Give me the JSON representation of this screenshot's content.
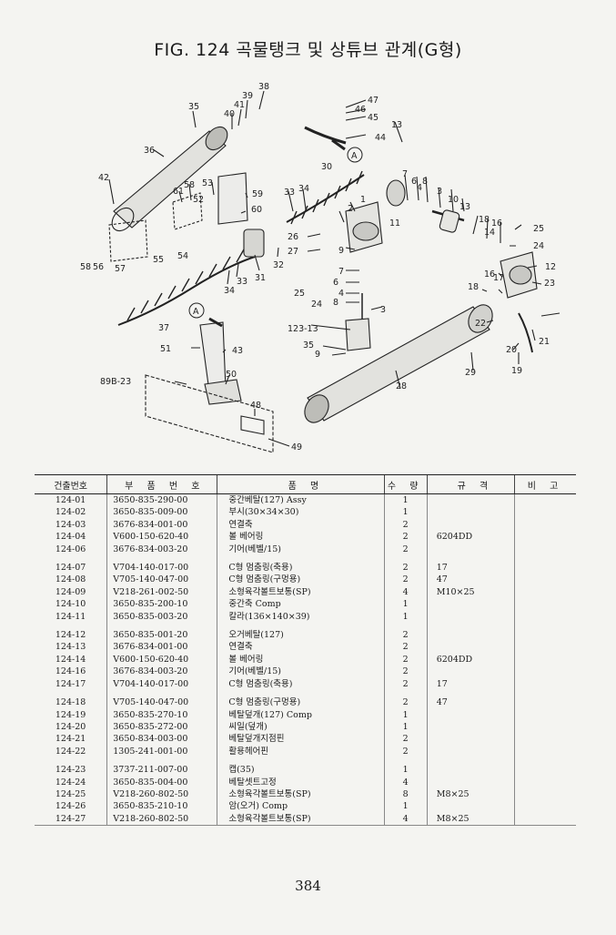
{
  "title": "FIG. 124 곡물탱크 및 상튜브 관계(G형)",
  "headers": [
    "건출번호",
    "부 품 번 호",
    "품 명",
    "수 량",
    "규 격",
    "비 고"
  ],
  "diagram_labels": {
    "l38": "38",
    "l39": "39",
    "l41": "41",
    "l40": "40",
    "l35": "35",
    "l36": "36",
    "l42": "42",
    "l61": "61",
    "l58": "58",
    "l53": "53",
    "l52": "52",
    "l59": "59",
    "l60": "60",
    "l55": "55",
    "l54": "54",
    "l56": "56",
    "l57": "57",
    "l58b": "58",
    "l47": "47",
    "l46": "46",
    "l45": "45",
    "l44": "44",
    "lA1": "A",
    "l30": "30",
    "l13a": "13",
    "l7a": "7",
    "l6a": "6",
    "l4a": "4",
    "l8a": "8",
    "l3a": "3",
    "l10": "10",
    "l13b": "13",
    "l11": "11",
    "l33": "33",
    "l34a": "34",
    "l2": "2",
    "l1": "1",
    "l26": "26",
    "l27": "27",
    "l9a": "9",
    "l32": "32",
    "l31": "31",
    "l33b": "33",
    "l34b": "34",
    "l37": "37",
    "l7b": "7",
    "l6b": "6",
    "l4b": "4",
    "l8b": "8",
    "l3b": "3",
    "l25a": "25",
    "l24a": "24",
    "l123": "123-13",
    "l18a": "18",
    "l14": "14",
    "l16a": "16",
    "l25b": "25",
    "l24b": "24",
    "l12": "12",
    "l16b": "16",
    "l17": "17",
    "l18b": "18",
    "l23": "23",
    "l22": "22",
    "l21": "21",
    "l20": "20",
    "l19": "19",
    "lA2": "A",
    "l43": "43",
    "l51": "51",
    "l50": "50",
    "l89b": "89B-23",
    "l35b": "35",
    "l9b": "9",
    "l29": "29",
    "l28": "28",
    "l48": "48",
    "l49": "49"
  },
  "rows": [
    {
      "no": "124-01",
      "part": "3650-835-290-00",
      "name": "중간베탈(127) Assy",
      "qty": "1",
      "spec": "",
      "note": ""
    },
    {
      "no": "124-02",
      "part": "3650-835-009-00",
      "name": "부시(30×34×30)",
      "qty": "1",
      "spec": "",
      "note": ""
    },
    {
      "no": "124-03",
      "part": "3676-834-001-00",
      "name": "연결축",
      "qty": "2",
      "spec": "",
      "note": ""
    },
    {
      "no": "124-04",
      "part": "V600-150-620-40",
      "name": "볼 베어링",
      "qty": "2",
      "spec": "6204DD",
      "note": ""
    },
    {
      "no": "124-06",
      "part": "3676-834-003-20",
      "name": "기어(베벨/15)",
      "qty": "2",
      "spec": "",
      "note": ""
    },
    {
      "gap": true
    },
    {
      "no": "124-07",
      "part": "V704-140-017-00",
      "name": "C형 멈춤링(축용)",
      "qty": "2",
      "spec": "17",
      "note": ""
    },
    {
      "no": "124-08",
      "part": "V705-140-047-00",
      "name": "C형 멈춤링(구멍용)",
      "qty": "2",
      "spec": "47",
      "note": ""
    },
    {
      "no": "124-09",
      "part": "V218-261-002-50",
      "name": "소형육각볼트보통(SP)",
      "qty": "4",
      "spec": "M10×25",
      "note": ""
    },
    {
      "no": "124-10",
      "part": "3650-835-200-10",
      "name": "중간축 Comp",
      "qty": "1",
      "spec": "",
      "note": ""
    },
    {
      "no": "124-11",
      "part": "3650-835-003-20",
      "name": "칼라(136×140×39)",
      "qty": "1",
      "spec": "",
      "note": ""
    },
    {
      "gap": true
    },
    {
      "no": "124-12",
      "part": "3650-835-001-20",
      "name": "오거베탈(127)",
      "qty": "2",
      "spec": "",
      "note": ""
    },
    {
      "no": "124-13",
      "part": "3676-834-001-00",
      "name": "연결축",
      "qty": "2",
      "spec": "",
      "note": ""
    },
    {
      "no": "124-14",
      "part": "V600-150-620-40",
      "name": "볼 베어링",
      "qty": "2",
      "spec": "6204DD",
      "note": ""
    },
    {
      "no": "124-16",
      "part": "3676-834-003-20",
      "name": "기어(베벨/15)",
      "qty": "2",
      "spec": "",
      "note": ""
    },
    {
      "no": "124-17",
      "part": "V704-140-017-00",
      "name": "C형 멈춤링(축용)",
      "qty": "2",
      "spec": "17",
      "note": ""
    },
    {
      "gap": true
    },
    {
      "no": "124-18",
      "part": "V705-140-047-00",
      "name": "C형 멈춤링(구멍용)",
      "qty": "2",
      "spec": "47",
      "note": ""
    },
    {
      "no": "124-19",
      "part": "3650-835-270-10",
      "name": "베탈덮개(127) Comp",
      "qty": "1",
      "spec": "",
      "note": ""
    },
    {
      "no": "124-20",
      "part": "3650-835-272-00",
      "name": "씨일(덮개)",
      "qty": "1",
      "spec": "",
      "note": ""
    },
    {
      "no": "124-21",
      "part": "3650-834-003-00",
      "name": "베탈덮개지점핀",
      "qty": "2",
      "spec": "",
      "note": ""
    },
    {
      "no": "124-22",
      "part": "1305-241-001-00",
      "name": "활용헤어핀",
      "qty": "2",
      "spec": "",
      "note": ""
    },
    {
      "gap": true
    },
    {
      "no": "124-23",
      "part": "3737-211-007-00",
      "name": "캡(35)",
      "qty": "1",
      "spec": "",
      "note": ""
    },
    {
      "no": "124-24",
      "part": "3650-835-004-00",
      "name": "베탈셋트고정",
      "qty": "4",
      "spec": "",
      "note": ""
    },
    {
      "no": "124-25",
      "part": "V218-260-802-50",
      "name": "소형육각볼트보통(SP)",
      "qty": "8",
      "spec": "M8×25",
      "note": ""
    },
    {
      "no": "124-26",
      "part": "3650-835-210-10",
      "name": "암(오거) Comp",
      "qty": "1",
      "spec": "",
      "note": ""
    },
    {
      "no": "124-27",
      "part": "V218-260-802-50",
      "name": "소형육각볼트보통(SP)",
      "qty": "4",
      "spec": "M8×25",
      "note": ""
    }
  ],
  "page_number": "384"
}
